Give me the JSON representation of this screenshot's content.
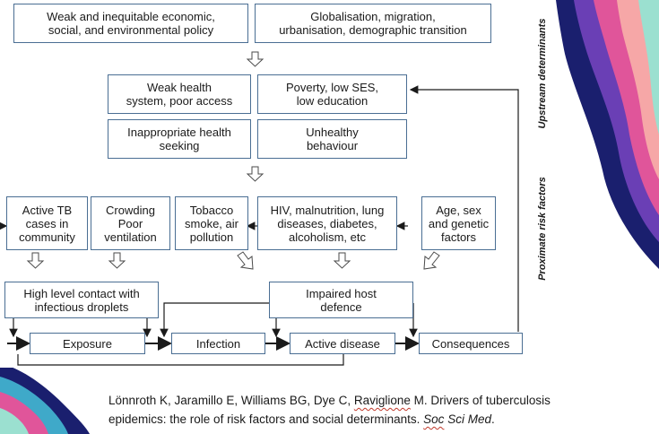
{
  "diagram": {
    "upstream": [
      {
        "text": "Weak and inequitable economic,\nsocial, and environmental policy"
      },
      {
        "text": "Globalisation, migration,\nurbanisation, demographic transition"
      }
    ],
    "mid": [
      {
        "text": "Weak health\nsystem, poor access"
      },
      {
        "text": "Poverty, low SES,\nlow education"
      },
      {
        "text": "Inappropriate health\nseeking"
      },
      {
        "text": "Unhealthy\nbehaviour"
      }
    ],
    "proximate": [
      {
        "text": "Active TB\ncases in\ncommunity"
      },
      {
        "text": "Crowding\nPoor\nventilation"
      },
      {
        "text": "Tobacco\nsmoke, air\npollution"
      },
      {
        "text": "HIV, malnutrition, lung\ndiseases, diabetes,\nalcoholism, etc"
      },
      {
        "text": "Age, sex\nand genetic\nfactors"
      }
    ],
    "intermediate": [
      {
        "text": "High level contact with\ninfectious droplets"
      },
      {
        "text": "Impaired host\ndefence"
      }
    ],
    "outcomes": [
      {
        "text": "Exposure"
      },
      {
        "text": "Infection"
      },
      {
        "text": "Active disease"
      },
      {
        "text": "Consequences"
      }
    ],
    "side_labels": {
      "upstream": "Upstream determinants",
      "proximate": "Proximate risk factors"
    }
  },
  "citation": {
    "part1": "Lönnroth K, Jaramillo E, Williams BG, Dye C, ",
    "raviglione": "Raviglione",
    "part2": " M. Drivers of tuberculosis",
    "part3": "epidemics: the role of risk factors and social determinants. ",
    "journal_word1": "Soc",
    "journal_rest": " Sci Med",
    "end": "."
  },
  "colors": {
    "box_border": "#4a6e93",
    "arrow": "#1a1a1a",
    "deco": [
      "#1a1f6e",
      "#6a3fb5",
      "#e0559a",
      "#f6a7a7",
      "#9be0d0",
      "#3fa9c9"
    ]
  }
}
